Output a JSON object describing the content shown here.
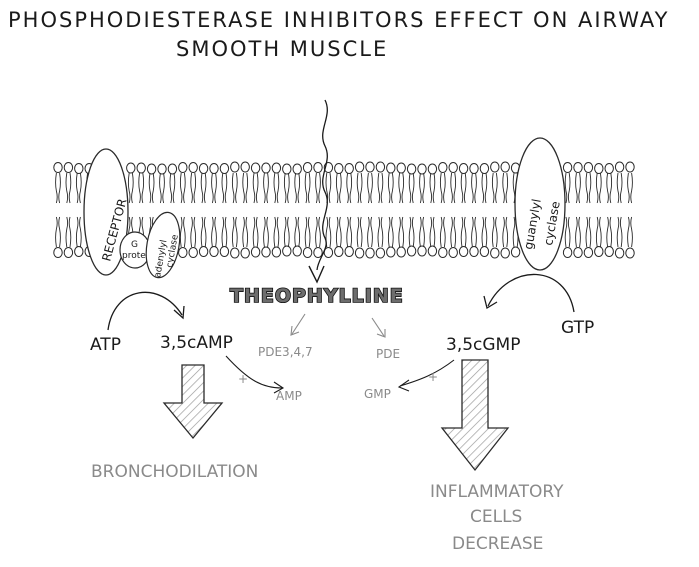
{
  "title": {
    "line1": "PHOSPHODIESTERASE INHIBITORS EFFECT ON AIRWAY",
    "line2": "SMOOTH MUSCLE"
  },
  "labels": {
    "receptor": "RECEPTOR",
    "g_protein_1": "G",
    "g_protein_2": "protein",
    "adenylyl_1": "adenylyl",
    "adenylyl_2": "cyclase",
    "guanylyl_1": "guanylyl",
    "guanylyl_2": "cyclase",
    "theophylline": "THEOPHYLLINE",
    "atp": "ATP",
    "camp": "3,5cAMP",
    "pde347": "PDE3,4,7",
    "pde": "PDE",
    "cgmp": "3,5cGMP",
    "gtp": "GTP",
    "amp": "AMP",
    "gmp": "GMP",
    "plus_left": "+",
    "plus_right": "+",
    "bronchodilation": "BRONCHODILATION",
    "inflammatory_1": "INFLAMMATORY",
    "inflammatory_2": "CELLS",
    "inflammatory_3": "DECREASE"
  },
  "colors": {
    "ink": "#1a1a1a",
    "pencil": "#8a8a8a",
    "hatch": "#9a9a9a",
    "theophylline_fill": "#6d6d6d"
  }
}
